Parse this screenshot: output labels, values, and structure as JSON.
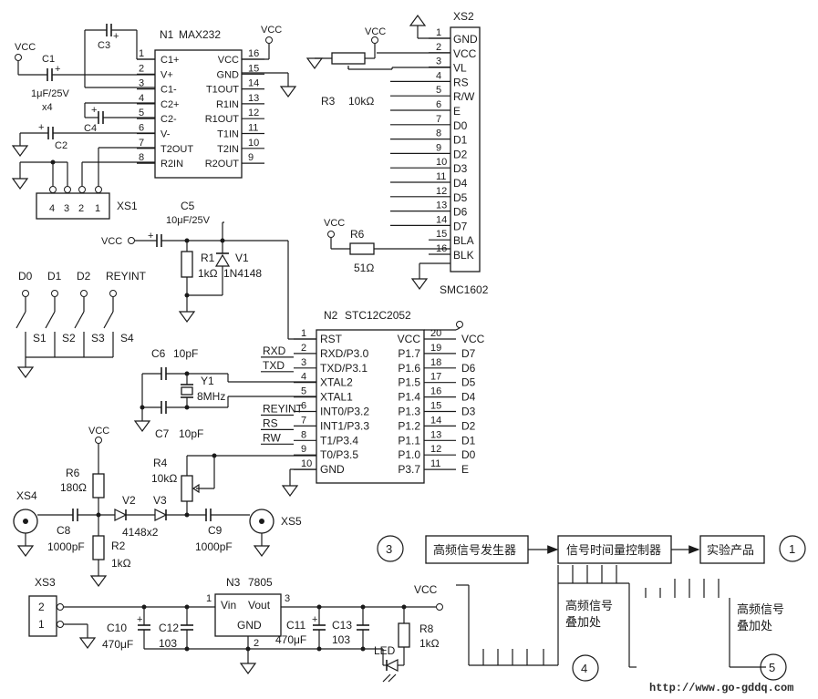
{
  "max232": {
    "ref": "N1",
    "part": "MAX232",
    "left_pins": [
      {
        "num": "1",
        "name": "C1+"
      },
      {
        "num": "2",
        "name": "V+"
      },
      {
        "num": "3",
        "name": "C1-"
      },
      {
        "num": "4",
        "name": "C2+"
      },
      {
        "num": "5",
        "name": "C2-"
      },
      {
        "num": "6",
        "name": "V-"
      },
      {
        "num": "7",
        "name": "T2OUT"
      },
      {
        "num": "8",
        "name": "R2IN"
      }
    ],
    "right_pins": [
      {
        "num": "16",
        "name": "VCC"
      },
      {
        "num": "15",
        "name": "GND"
      },
      {
        "num": "14",
        "name": "T1OUT"
      },
      {
        "num": "13",
        "name": "R1IN"
      },
      {
        "num": "12",
        "name": "R1OUT"
      },
      {
        "num": "11",
        "name": "T1IN"
      },
      {
        "num": "10",
        "name": "T2IN"
      },
      {
        "num": "9",
        "name": "R2OUT"
      }
    ],
    "vcc": "VCC"
  },
  "caps_left": {
    "c1": "C1",
    "c1_value": "1μF/25V",
    "c1_mult": "x4",
    "c2": "C2",
    "c3": "C3",
    "c4": "C4",
    "vcc": "VCC"
  },
  "xs1": {
    "ref": "XS1",
    "pins": [
      "4",
      "3",
      "2",
      "1"
    ]
  },
  "lcd": {
    "ref": "XS2",
    "part": "SMC1602",
    "pins": [
      {
        "num": "1",
        "name": "GND"
      },
      {
        "num": "2",
        "name": "VCC"
      },
      {
        "num": "3",
        "name": "VL"
      },
      {
        "num": "4",
        "name": "RS"
      },
      {
        "num": "5",
        "name": "R/W"
      },
      {
        "num": "6",
        "name": "E"
      },
      {
        "num": "7",
        "name": "D0"
      },
      {
        "num": "8",
        "name": "D1"
      },
      {
        "num": "9",
        "name": "D2"
      },
      {
        "num": "10",
        "name": "D3"
      },
      {
        "num": "11",
        "name": "D4"
      },
      {
        "num": "12",
        "name": "D5"
      },
      {
        "num": "13",
        "name": "D6"
      },
      {
        "num": "14",
        "name": "D7"
      },
      {
        "num": "15",
        "name": "BLA"
      },
      {
        "num": "16",
        "name": "BLK"
      }
    ],
    "vcc": "VCC",
    "r3": "R3",
    "r3_value": "10kΩ",
    "r6_top": "R6",
    "r6_top_value": "51Ω",
    "vcc2": "VCC"
  },
  "reset": {
    "vcc": "VCC",
    "c5": "C5",
    "c5_value": "10μF/25V",
    "r1": "R1",
    "r1_value": "1kΩ",
    "v1": "V1",
    "v1_value": "1N4148"
  },
  "keys": {
    "labels": [
      "D0",
      "D1",
      "D2",
      "REYINT"
    ],
    "switches": [
      "S1",
      "S2",
      "S3",
      "S4"
    ]
  },
  "mcu": {
    "ref": "N2",
    "part": "STC12C2052",
    "left_pins": [
      {
        "num": "1",
        "name": "RST",
        "net": ""
      },
      {
        "num": "2",
        "name": "RXD/P3.0",
        "net": "RXD"
      },
      {
        "num": "3",
        "name": "TXD/P3.1",
        "net": "TXD"
      },
      {
        "num": "4",
        "name": "XTAL2",
        "net": ""
      },
      {
        "num": "5",
        "name": "XTAL1",
        "net": ""
      },
      {
        "num": "6",
        "name": "INT0/P3.2",
        "net": "REYINT"
      },
      {
        "num": "7",
        "name": "INT1/P3.3",
        "net": "RS"
      },
      {
        "num": "8",
        "name": "T1/P3.4",
        "net": "RW"
      },
      {
        "num": "9",
        "name": "T0/P3.5",
        "net": ""
      },
      {
        "num": "10",
        "name": "GND",
        "net": ""
      }
    ],
    "right_pins": [
      {
        "num": "20",
        "name": "VCC",
        "net": "VCC"
      },
      {
        "num": "19",
        "name": "P1.7",
        "net": "D7"
      },
      {
        "num": "18",
        "name": "P1.6",
        "net": "D6"
      },
      {
        "num": "17",
        "name": "P1.5",
        "net": "D5"
      },
      {
        "num": "16",
        "name": "P1.4",
        "net": "D4"
      },
      {
        "num": "15",
        "name": "P1.3",
        "net": "D3"
      },
      {
        "num": "14",
        "name": "P1.2",
        "net": "D2"
      },
      {
        "num": "13",
        "name": "P1.1",
        "net": "D1"
      },
      {
        "num": "12",
        "name": "P1.0",
        "net": "D0"
      },
      {
        "num": "11",
        "name": "P3.7",
        "net": "E"
      }
    ]
  },
  "crystal": {
    "c6": "C6",
    "c6_value": "10pF",
    "c7": "C7",
    "c7_value": "10pF",
    "y1": "Y1",
    "y1_value": "8MHz"
  },
  "detector": {
    "vcc": "VCC",
    "r6": "R6",
    "r6_value": "180Ω",
    "r4": "R4",
    "r4_value": "10kΩ",
    "xs4": "XS4",
    "c8": "C8",
    "c8_value": "1000pF",
    "r2": "R2",
    "r2_value": "1kΩ",
    "v2": "V2",
    "v3": "V3",
    "diodes_value": "4148x2",
    "c9": "C9",
    "c9_value": "1000pF",
    "xs5": "XS5"
  },
  "power": {
    "xs3": "XS3",
    "xs3_pins": [
      "2",
      "1"
    ],
    "n3": "N3",
    "n3_part": "7805",
    "vin": "Vin",
    "vout": "Vout",
    "gnd": "GND",
    "pin1": "1",
    "pin2": "2",
    "pin3": "3",
    "c10": "C10",
    "c10_value": "470μF",
    "c12": "C12",
    "c12_value": "103",
    "c11": "C11",
    "c11_value": "470μF",
    "c13": "C13",
    "c13_value": "103",
    "led": "LED",
    "r8": "R8",
    "r8_value": "1kΩ",
    "vcc": "VCC"
  },
  "block": {
    "n3_circle": "3",
    "gen": "高频信号发生器",
    "ctrl": "信号时间量控制器",
    "prod": "实验产品",
    "n1_circle": "1",
    "overlay_a": [
      "高频信号",
      "叠加处"
    ],
    "n4_circle": "4",
    "overlay_b": [
      "高频信号",
      "叠加处"
    ],
    "n5_circle": "5"
  },
  "watermark": "http://www.go-gddq.com"
}
